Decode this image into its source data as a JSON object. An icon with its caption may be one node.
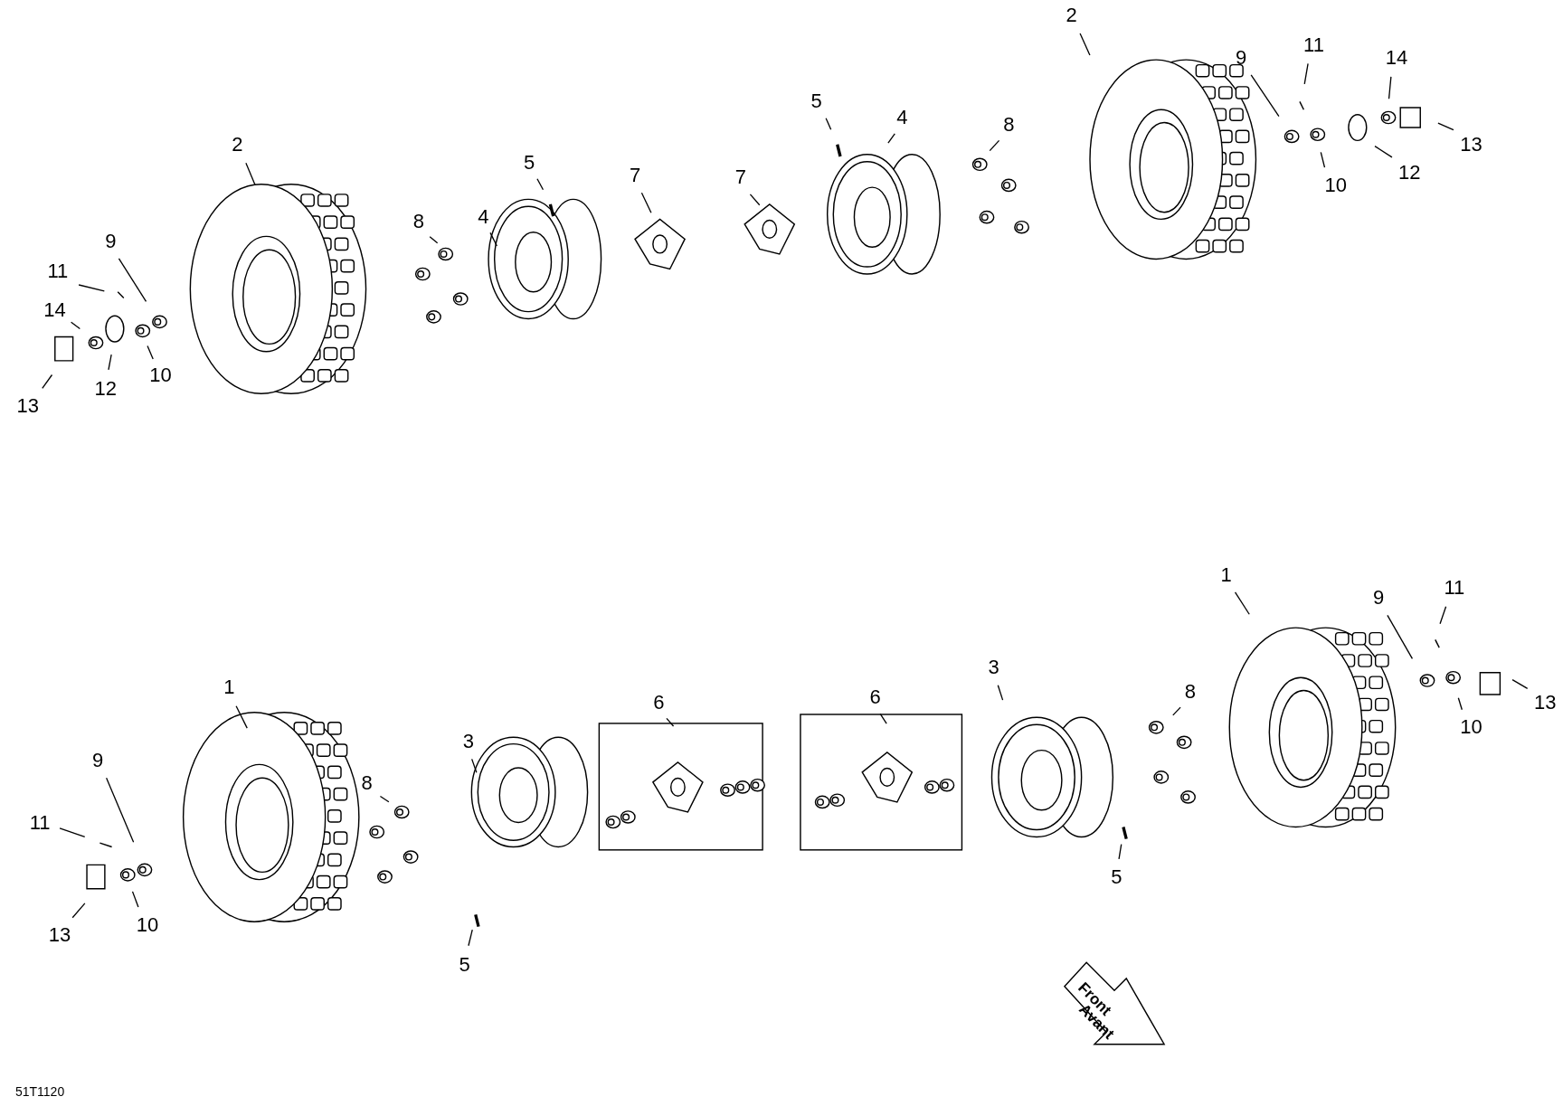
{
  "diagram": {
    "nodes": [
      {
        "text": [
          "2"
        ]
      },
      {
        "text": [
          "9"
        ]
      },
      {
        "text": [
          "11"
        ]
      },
      {
        "text": [
          "14"
        ]
      },
      {
        "text": [
          "12"
        ]
      },
      {
        "text": [
          "10"
        ]
      },
      {
        "text": [
          "13"
        ]
      },
      {
        "text": [
          "8"
        ]
      },
      {
        "text": [
          "4"
        ]
      },
      {
        "text": [
          "5"
        ]
      },
      {
        "text": [
          "7"
        ]
      },
      {
        "text": [
          "7"
        ]
      },
      {
        "text": [
          "5"
        ]
      },
      {
        "text": [
          "4"
        ]
      },
      {
        "text": [
          "8"
        ]
      },
      {
        "text": [
          "2"
        ]
      },
      {
        "text": [
          "9"
        ]
      },
      {
        "text": [
          "11"
        ]
      },
      {
        "text": [
          "14"
        ]
      },
      {
        "text": [
          "10"
        ]
      },
      {
        "text": [
          "12"
        ]
      },
      {
        "text": [
          "13"
        ]
      },
      {
        "text": [
          "1"
        ]
      },
      {
        "text": [
          "9"
        ]
      },
      {
        "text": [
          "11"
        ]
      },
      {
        "text": [
          "8"
        ]
      },
      {
        "text": [
          "3"
        ]
      },
      {
        "text": [
          "13"
        ]
      },
      {
        "text": [
          "10"
        ]
      },
      {
        "text": [
          "5"
        ]
      },
      {
        "text": [
          "6"
        ]
      },
      {
        "text": [
          "6"
        ]
      },
      {
        "text": [
          "3"
        ]
      },
      {
        "text": [
          "5"
        ]
      },
      {
        "text": [
          "8"
        ]
      },
      {
        "text": [
          "1"
        ]
      },
      {
        "text": [
          "9"
        ]
      },
      {
        "text": [
          "11"
        ]
      },
      {
        "text": [
          "10"
        ]
      },
      {
        "text": [
          "13"
        ]
      }
    ],
    "edges": [
      {
        "from": 0,
        "to": null,
        "arrow": "none"
      },
      {
        "from": 1,
        "to": null,
        "arrow": "none"
      },
      {
        "from": 2,
        "to": null,
        "arrow": "none"
      },
      {
        "from": 3,
        "to": null,
        "arrow": "none"
      },
      {
        "from": 4,
        "to": null,
        "arrow": "none"
      },
      {
        "from": 5,
        "to": null,
        "arrow": "none"
      },
      {
        "from": 6,
        "to": null,
        "arrow": "none"
      },
      {
        "from": 7,
        "to": null,
        "arrow": "none"
      },
      {
        "from": 8,
        "to": null,
        "arrow": "none"
      },
      {
        "from": 9,
        "to": null,
        "arrow": "none"
      },
      {
        "from": 10,
        "to": null,
        "arrow": "none"
      },
      {
        "from": 11,
        "to": null,
        "arrow": "none"
      },
      {
        "from": 12,
        "to": null,
        "arrow": "none"
      },
      {
        "from": 13,
        "to": null,
        "arrow": "none"
      },
      {
        "from": 14,
        "to": null,
        "arrow": "none"
      },
      {
        "from": 15,
        "to": null,
        "arrow": "none"
      },
      {
        "from": 16,
        "to": null,
        "arrow": "none"
      },
      {
        "from": 17,
        "to": null,
        "arrow": "none"
      },
      {
        "from": 18,
        "to": null,
        "arrow": "none"
      },
      {
        "from": 19,
        "to": null,
        "arrow": "none"
      },
      {
        "from": 20,
        "to": null,
        "arrow": "none"
      },
      {
        "from": 21,
        "to": null,
        "arrow": "none"
      },
      {
        "from": 22,
        "to": null,
        "arrow": "none"
      },
      {
        "from": 23,
        "to": null,
        "arrow": "none"
      },
      {
        "from": 24,
        "to": null,
        "arrow": "none"
      },
      {
        "from": 25,
        "to": null,
        "arrow": "none"
      },
      {
        "from": 26,
        "to": null,
        "arrow": "none"
      },
      {
        "from": 27,
        "to": null,
        "arrow": "none"
      },
      {
        "from": 28,
        "to": null,
        "arrow": "none"
      },
      {
        "from": 29,
        "to": null,
        "arrow": "none"
      },
      {
        "from": 30,
        "to": null,
        "arrow": "none"
      },
      {
        "from": 31,
        "to": null,
        "arrow": "none"
      },
      {
        "from": 32,
        "to": null,
        "arrow": "none"
      },
      {
        "from": 33,
        "to": null,
        "arrow": "none"
      },
      {
        "from": 34,
        "to": null,
        "arrow": "none"
      },
      {
        "from": 35,
        "to": null,
        "arrow": "none"
      },
      {
        "from": 36,
        "to": null,
        "arrow": "none"
      },
      {
        "from": 37,
        "to": null,
        "arrow": "none"
      },
      {
        "from": 38,
        "to": null,
        "arrow": "none"
      },
      {
        "from": 39,
        "to": null,
        "arrow": "none"
      }
    ],
    "labels": [
      "Front",
      "Avant",
      "51T1120"
    ]
  }
}
